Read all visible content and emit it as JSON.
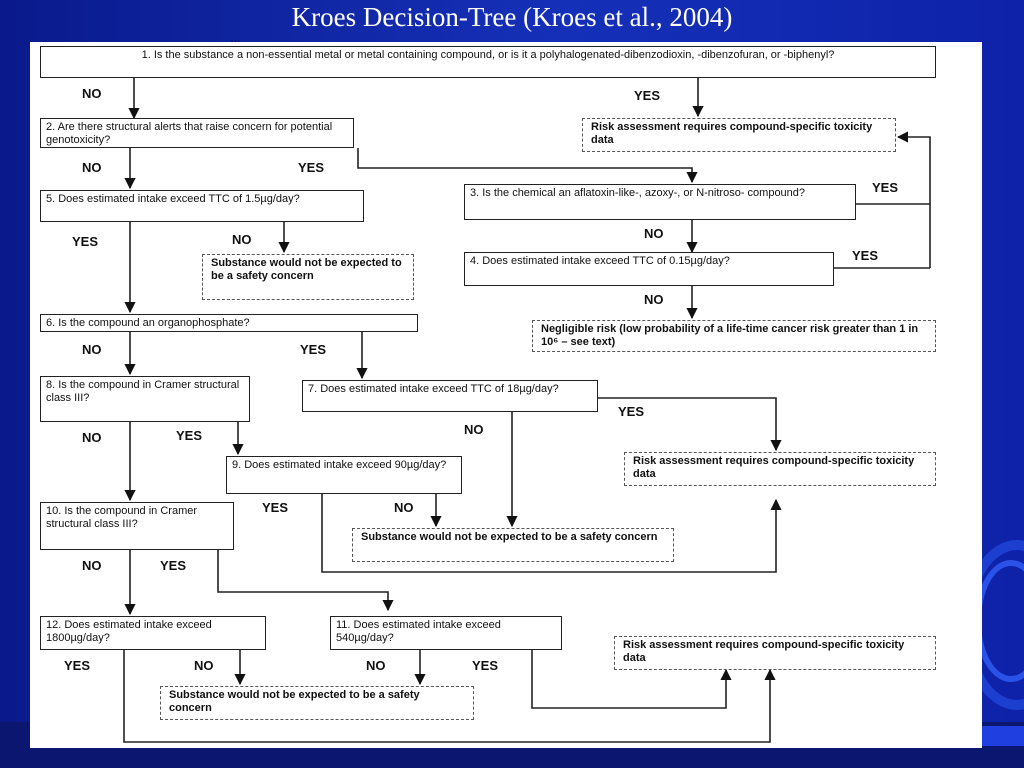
{
  "title": "Kroes Decision-Tree (Kroes et al., 2004)",
  "top_snippet": "…",
  "boxes": {
    "q1": "1. Is the substance a non-essential metal or metal containing compound, or is it a polyhalogenated-dibenzodioxin, -dibenzofuran, or -biphenyl?",
    "q2": "2. Are there structural alerts that raise concern for potential genotoxicity?",
    "q3": "3. Is the chemical an aflatoxin-like-, azoxy-, or N-nitroso- compound?",
    "q4": "4. Does estimated intake exceed TTC of 0.15µg/day?",
    "q5": "5. Does estimated intake exceed TTC of 1.5µg/day?",
    "q6": "6. Is the compound an organophosphate?",
    "q7": "7. Does estimated intake exceed TTC of 18µg/day?",
    "q8": "8. Is the compound in Cramer structural class III?",
    "q9": "9. Does estimated intake exceed 90µg/day?",
    "q10": "10. Is the compound in Cramer structural class III?",
    "q11": "11. Does estimated intake exceed 540µg/day?",
    "q12": "12. Does estimated intake exceed 1800µg/day?"
  },
  "outcomes": {
    "risk_top": "Risk assessment requires compound-specific toxicity data",
    "safe_5": "Substance would not be expected to be a safety concern",
    "negligible": "Negligible risk (low probability of a life-time cancer risk greater than 1 in 10⁶ – see text)",
    "risk_mid": "Risk assessment requires compound-specific toxicity data",
    "safe_9": "Substance would not be expected to be a safety concern",
    "risk_bottom": "Risk assessment requires compound-specific toxicity data",
    "safe_12": "Substance would not be expected to be a safety concern"
  },
  "labels": {
    "no": "NO",
    "yes": "YES"
  }
}
